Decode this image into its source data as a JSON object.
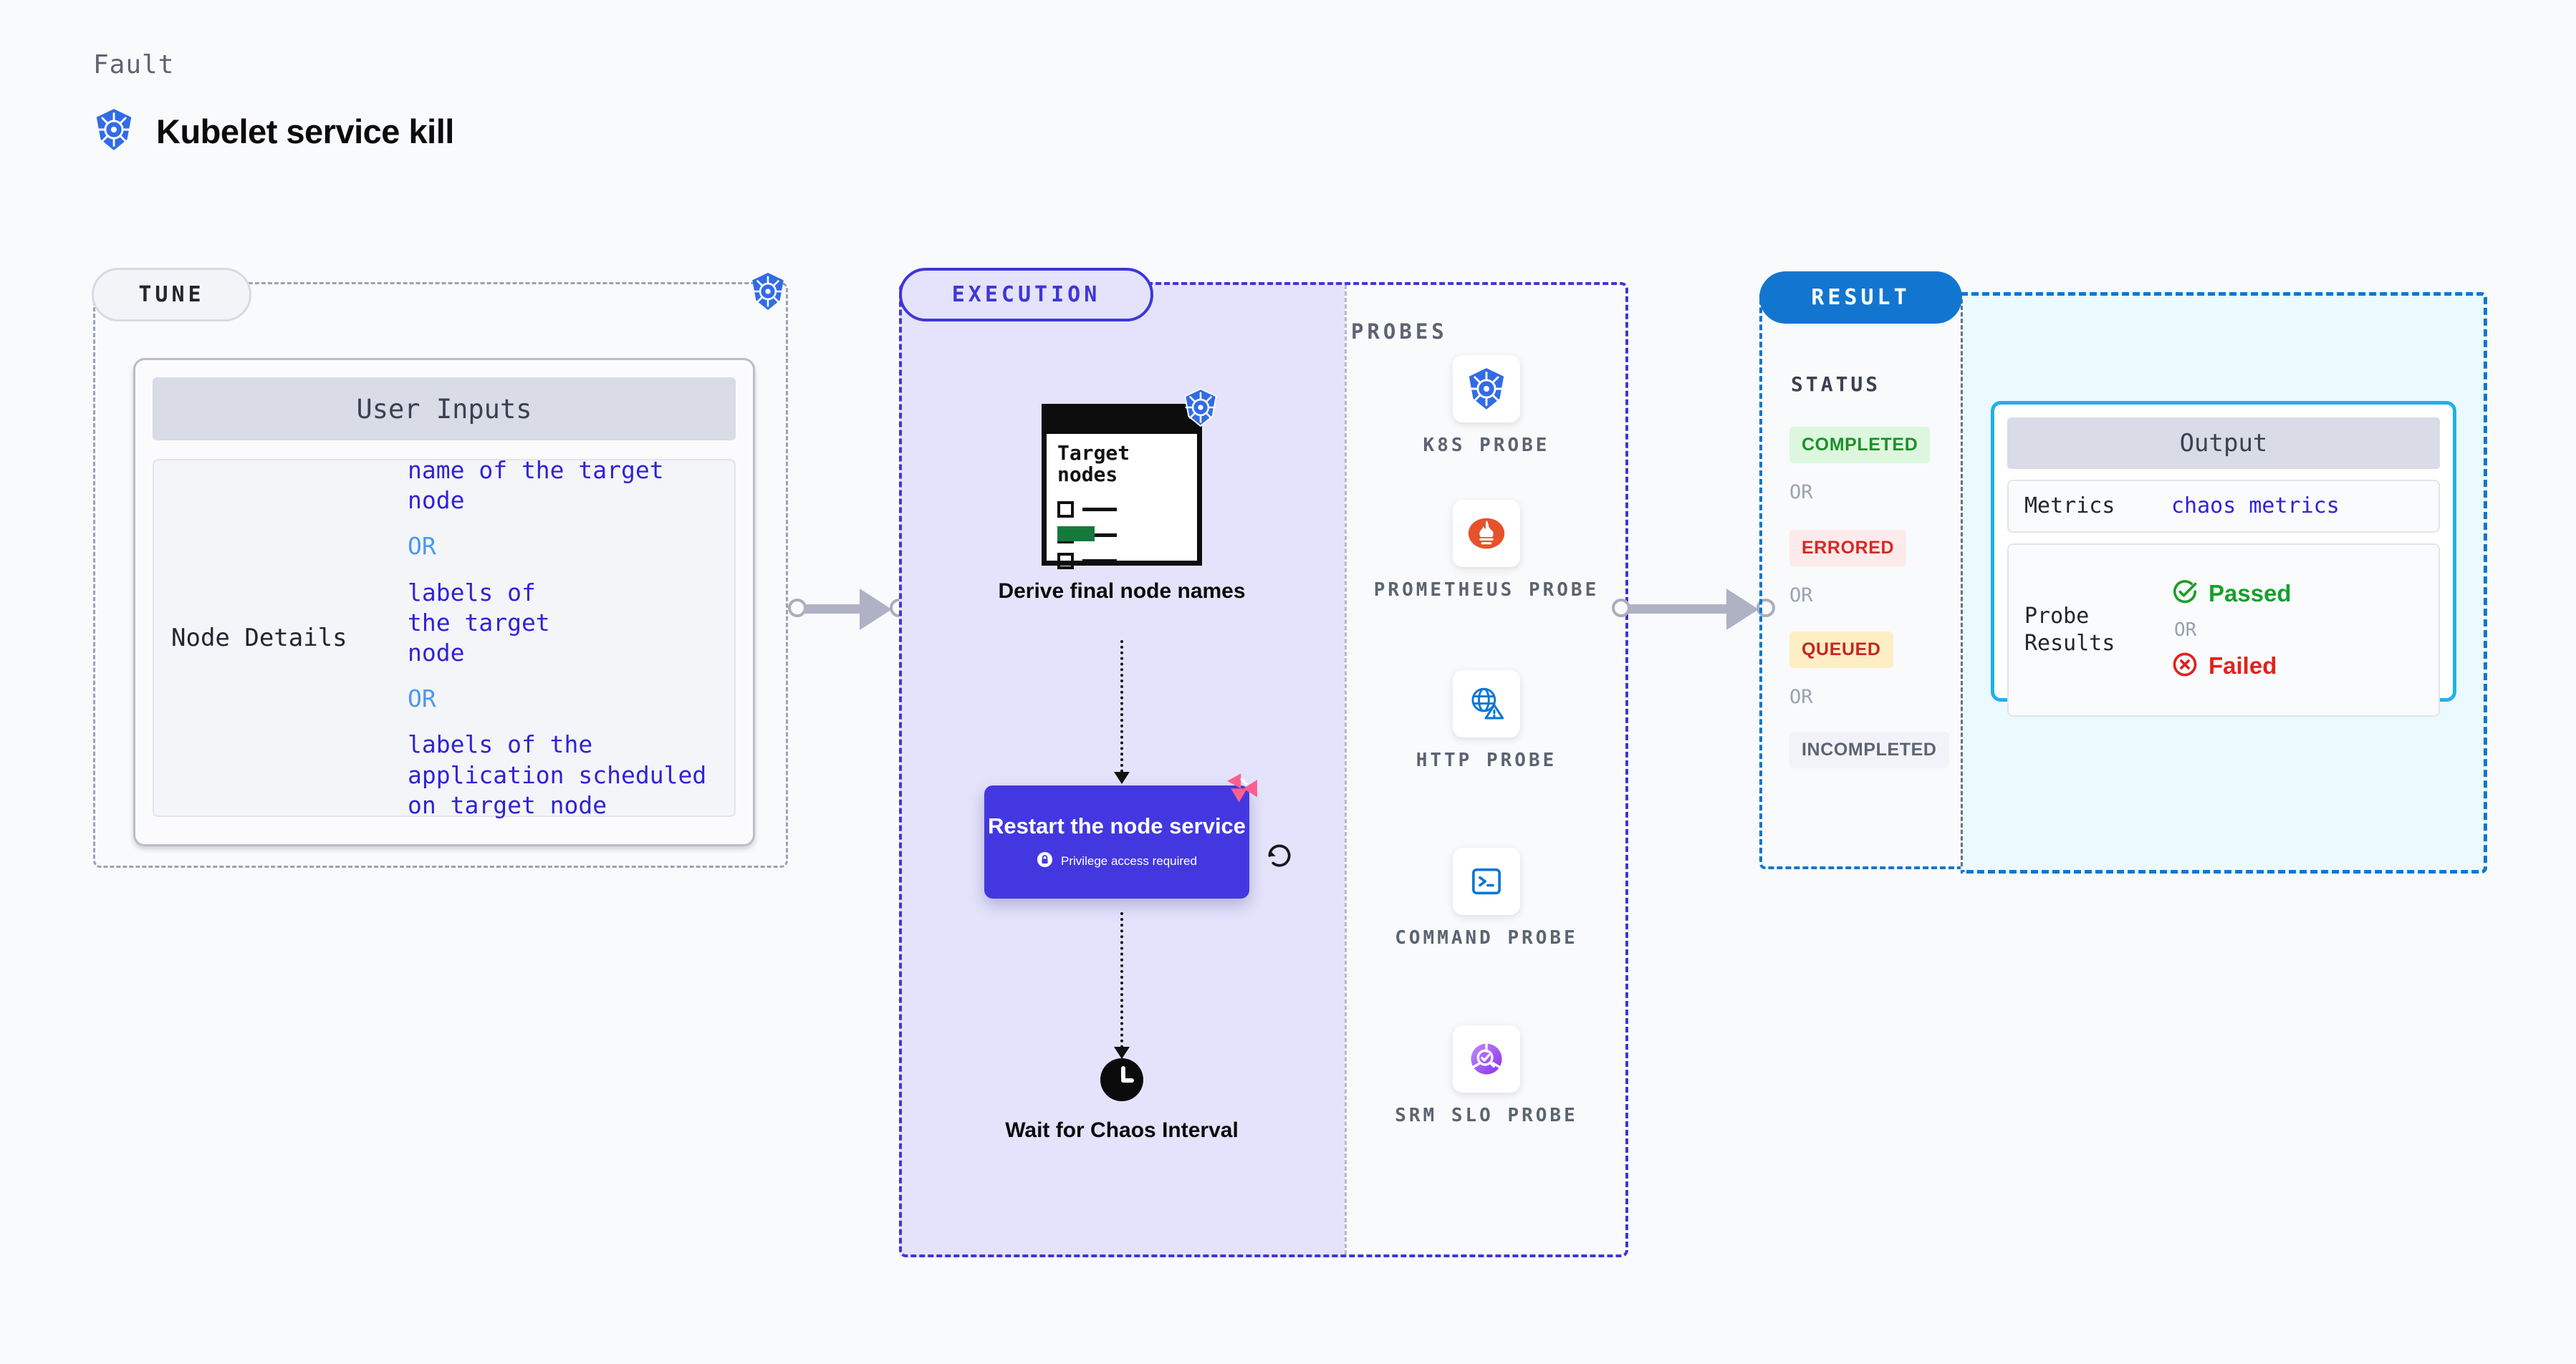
{
  "header": {
    "kicker": "Fault",
    "title": "Kubelet service kill",
    "icon": "kubernetes-icon"
  },
  "tune": {
    "pill_label": "TUNE",
    "badge_icon": "kubernetes-icon",
    "card_title": "User Inputs",
    "rows": [
      {
        "key": "Node Details",
        "values": [
          "name of the target node",
          "labels of the target node",
          "labels of the application scheduled on target node"
        ],
        "separator": "OR"
      }
    ]
  },
  "execution": {
    "pill_label": "EXECUTION",
    "probes_label": "PROBES",
    "flow": [
      {
        "id": "derive-node-names",
        "caption": "Derive final node names",
        "icon": "document-checklist-icon",
        "badge_icon": "kubernetes-icon",
        "doc_title": "Target nodes"
      },
      {
        "id": "restart-node-service",
        "caption": "Restart the node service",
        "note": "Privilege access required",
        "note_icon": "lock-icon",
        "badge_icon": "litmus-chaos-icon",
        "side_icon": "loop-refresh-icon"
      },
      {
        "id": "wait-chaos-interval",
        "caption": "Wait for Chaos Interval",
        "icon": "clock-icon"
      }
    ],
    "probes": [
      {
        "name": "K8S PROBE",
        "icon": "kubernetes-icon"
      },
      {
        "name": "PROMETHEUS PROBE",
        "icon": "prometheus-icon"
      },
      {
        "name": "HTTP PROBE",
        "icon": "globe-warning-icon"
      },
      {
        "name": "COMMAND PROBE",
        "icon": "terminal-icon"
      },
      {
        "name": "SRM SLO PROBE",
        "icon": "srm-slo-donut-icon"
      }
    ]
  },
  "result": {
    "pill_label": "RESULT",
    "status_label": "STATUS",
    "separator": "OR",
    "statuses": [
      {
        "label": "COMPLETED",
        "bg": "#ddf7df",
        "fg": "#1f8f28"
      },
      {
        "label": "ERRORED",
        "bg": "#fdeaea",
        "fg": "#d32a24"
      },
      {
        "label": "QUEUED",
        "bg": "#fdeec5",
        "fg": "#c5281f"
      },
      {
        "label": "INCOMPLETED",
        "bg": "#f1f3f8",
        "fg": "#5b6472"
      }
    ],
    "output": {
      "title": "Output",
      "metrics_key": "Metrics",
      "metrics_value": "chaos metrics",
      "probe_results_key": "Probe Results",
      "passed_label": "Passed",
      "passed_icon": "check-circle-icon",
      "failed_label": "Failed",
      "failed_icon": "x-circle-icon",
      "separator": "OR"
    }
  },
  "colors": {
    "execution_accent": "#3f36d9",
    "result_accent": "#1276d0",
    "output_accent": "#22b0e8",
    "kubernetes_blue": "#326ce5",
    "litmus_pink": "#fc6090",
    "node_value_purple": "#3023d6"
  }
}
